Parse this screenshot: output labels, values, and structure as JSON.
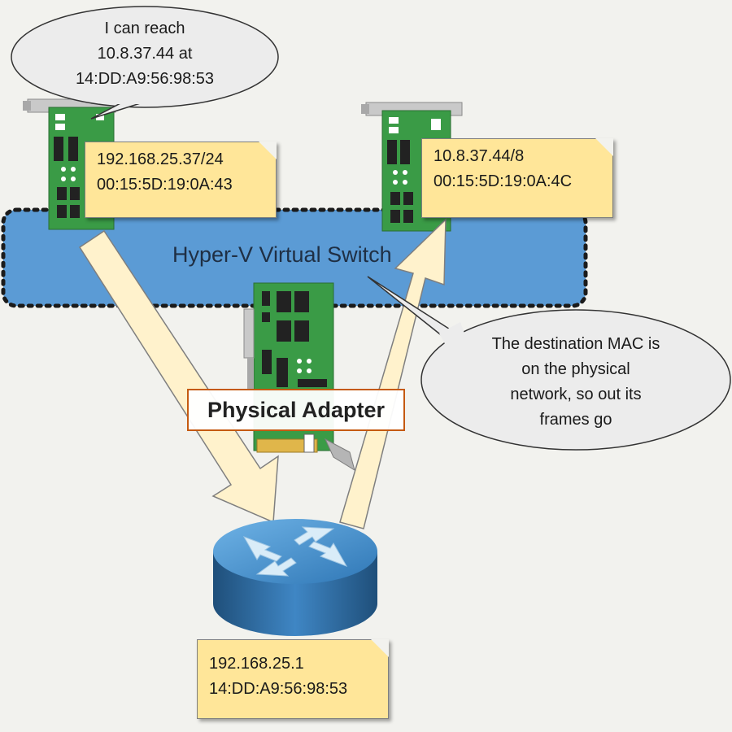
{
  "vm1": {
    "speech": "I can reach\n10.8.37.44 at\n14:DD:A9:56:98:53",
    "note": "192.168.25.37/24\n00:15:5D:19:0A:43"
  },
  "vm2": {
    "note": "10.8.37.44/8\n00:15:5D:19:0A:4C"
  },
  "virtual_switch": {
    "label": "Hyper-V Virtual Switch",
    "fill": "#5b9bd5"
  },
  "physical_adapter": {
    "label": "Physical Adapter",
    "border": "#c55a11"
  },
  "callout": {
    "text": "The destination MAC is\non the physical\nnetwork, so out its\nframes go"
  },
  "router": {
    "note": "192.168.25.1\n14:DD:A9:56:98:53",
    "icon": "router-icon"
  },
  "colors": {
    "note_fill": "#ffe699",
    "arrow_fill": "#fff2cc",
    "nic_green": "#3a9b46"
  }
}
